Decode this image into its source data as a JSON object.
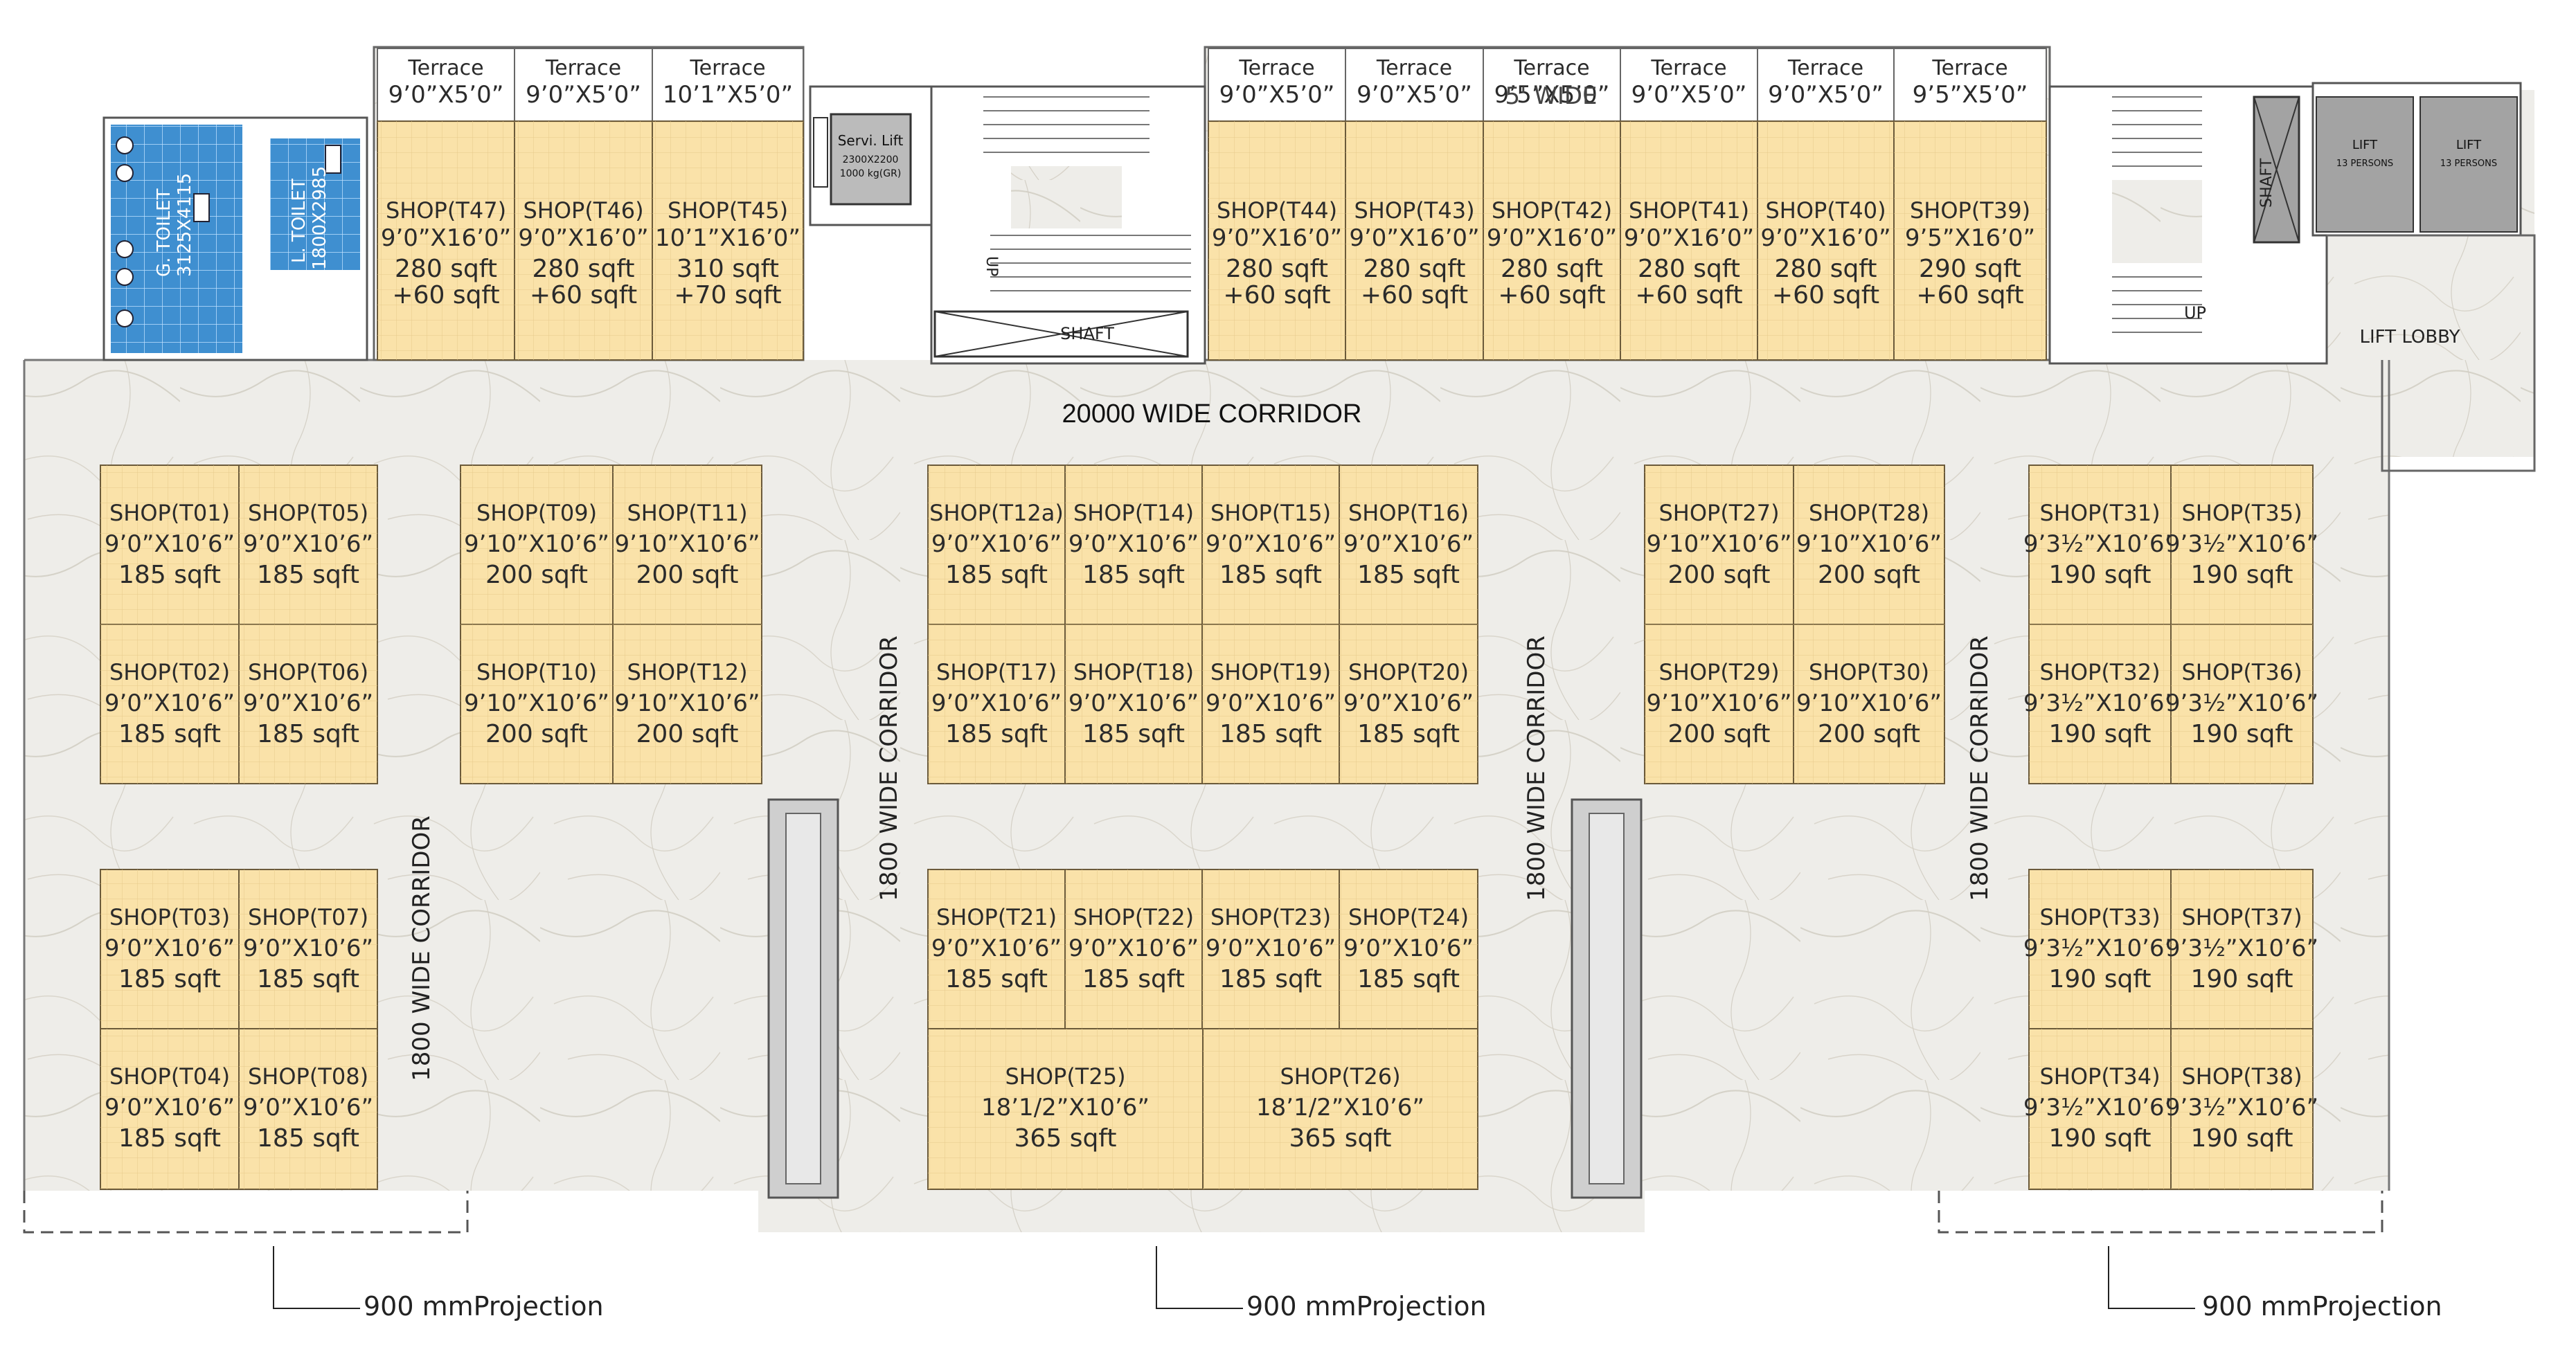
{
  "corridor_labels": {
    "main": "20000 WIDE CORRIDOR",
    "side_1": "1800 WIDE CORRIDOR",
    "side_2": "1800 WIDE CORRIDOR",
    "side_3": "1800 WIDE CORRIDOR",
    "side_4": "1800 WIDE CORRIDOR"
  },
  "projection_labels": [
    "900 mmProjection",
    "900 mmProjection",
    "900 mmProjection"
  ],
  "facility_labels": {
    "service_lift": "Servi. Lift",
    "service_lift_dims": "2300X2200",
    "service_lift_capacity": "1000 kg(GR)",
    "shaft_left": "SHAFT",
    "shaft_right": "SHAFT",
    "up_left": "UP",
    "up_right": "UP",
    "lift_1": "LIFT",
    "lift_1_capacity": "13 PERSONS",
    "lift_2": "LIFT",
    "lift_2_capacity": "13 PERSONS",
    "lift_lobby": "LIFT LOBBY",
    "g_toilet": "G. TOILET",
    "g_toilet_dims": "3125X4115",
    "l_toilet": "L. TOILET",
    "l_toilet_dims": "1800X2985",
    "overlap_text": "5' WIDE"
  },
  "terraces": [
    {
      "label": "Terrace",
      "dim": "9’0”X5’0”"
    },
    {
      "label": "Terrace",
      "dim": "9’0”X5’0”"
    },
    {
      "label": "Terrace",
      "dim": "10’1”X5’0”"
    },
    {
      "label": "Terrace",
      "dim": "9’0”X5’0”"
    },
    {
      "label": "Terrace",
      "dim": "9’0”X5’0”"
    },
    {
      "label": "Terrace",
      "dim": "9’5”X5’0”"
    },
    {
      "label": "Terrace",
      "dim": "9’0”X5’0”"
    },
    {
      "label": "Terrace",
      "dim": "9’0”X5’0”"
    },
    {
      "label": "Terrace",
      "dim": "9’5”X5’0”"
    }
  ],
  "top_shops": [
    {
      "name": "SHOP(T47)",
      "dim": "9’0”X16’0”",
      "area": "280 sqft",
      "extra": "+60 sqft"
    },
    {
      "name": "SHOP(T46)",
      "dim": "9’0”X16’0”",
      "area": "280 sqft",
      "extra": "+60 sqft"
    },
    {
      "name": "SHOP(T45)",
      "dim": "10’1”X16’0”",
      "area": "310 sqft",
      "extra": "+70 sqft"
    },
    {
      "name": "SHOP(T44)",
      "dim": "9’0”X16’0”",
      "area": "280 sqft",
      "extra": "+60 sqft"
    },
    {
      "name": "SHOP(T43)",
      "dim": "9’0”X16’0”",
      "area": "280 sqft",
      "extra": "+60 sqft"
    },
    {
      "name": "SHOP(T42)",
      "dim": "9’0”X16’0”",
      "area": "280 sqft",
      "extra": "+60 sqft"
    },
    {
      "name": "SHOP(T41)",
      "dim": "9’0”X16’0”",
      "area": "280 sqft",
      "extra": "+60 sqft"
    },
    {
      "name": "SHOP(T40)",
      "dim": "9’0”X16’0”",
      "area": "280 sqft",
      "extra": "+60 sqft"
    },
    {
      "name": "SHOP(T39)",
      "dim": "9’5”X16’0”",
      "area": "290 sqft",
      "extra": "+60 sqft"
    }
  ],
  "shops": [
    {
      "name": "SHOP(T01)",
      "dim": "9’0”X10’6”",
      "area": "185 sqft"
    },
    {
      "name": "SHOP(T05)",
      "dim": "9’0”X10’6”",
      "area": "185 sqft"
    },
    {
      "name": "SHOP(T02)",
      "dim": "9’0”X10’6”",
      "area": "185 sqft"
    },
    {
      "name": "SHOP(T06)",
      "dim": "9’0”X10’6”",
      "area": "185 sqft"
    },
    {
      "name": "SHOP(T03)",
      "dim": "9’0”X10’6”",
      "area": "185 sqft"
    },
    {
      "name": "SHOP(T07)",
      "dim": "9’0”X10’6”",
      "area": "185 sqft"
    },
    {
      "name": "SHOP(T04)",
      "dim": "9’0”X10’6”",
      "area": "185 sqft"
    },
    {
      "name": "SHOP(T08)",
      "dim": "9’0”X10’6”",
      "area": "185 sqft"
    },
    {
      "name": "SHOP(T09)",
      "dim": "9’10”X10’6”",
      "area": "200 sqft"
    },
    {
      "name": "SHOP(T11)",
      "dim": "9’10”X10’6”",
      "area": "200 sqft"
    },
    {
      "name": "SHOP(T10)",
      "dim": "9’10”X10’6”",
      "area": "200 sqft"
    },
    {
      "name": "SHOP(T12)",
      "dim": "9’10”X10’6”",
      "area": "200 sqft"
    },
    {
      "name": "SHOP(T12a)",
      "dim": "9’0”X10’6”",
      "area": "185 sqft"
    },
    {
      "name": "SHOP(T14)",
      "dim": "9’0”X10’6”",
      "area": "185 sqft"
    },
    {
      "name": "SHOP(T15)",
      "dim": "9’0”X10’6”",
      "area": "185 sqft"
    },
    {
      "name": "SHOP(T16)",
      "dim": "9’0”X10’6”",
      "area": "185 sqft"
    },
    {
      "name": "SHOP(T17)",
      "dim": "9’0”X10’6”",
      "area": "185 sqft"
    },
    {
      "name": "SHOP(T18)",
      "dim": "9’0”X10’6”",
      "area": "185 sqft"
    },
    {
      "name": "SHOP(T19)",
      "dim": "9’0”X10’6”",
      "area": "185 sqft"
    },
    {
      "name": "SHOP(T20)",
      "dim": "9’0”X10’6”",
      "area": "185 sqft"
    },
    {
      "name": "SHOP(T21)",
      "dim": "9’0”X10’6”",
      "area": "185 sqft"
    },
    {
      "name": "SHOP(T22)",
      "dim": "9’0”X10’6”",
      "area": "185 sqft"
    },
    {
      "name": "SHOP(T23)",
      "dim": "9’0”X10’6”",
      "area": "185 sqft"
    },
    {
      "name": "SHOP(T24)",
      "dim": "9’0”X10’6”",
      "area": "185 sqft"
    },
    {
      "name": "SHOP(T25)",
      "dim": "18’1/2”X10’6”",
      "area": "365 sqft"
    },
    {
      "name": "SHOP(T26)",
      "dim": "18’1/2”X10’6”",
      "area": "365 sqft"
    },
    {
      "name": "SHOP(T27)",
      "dim": "9’10”X10’6”",
      "area": "200 sqft"
    },
    {
      "name": "SHOP(T28)",
      "dim": "9’10”X10’6”",
      "area": "200 sqft"
    },
    {
      "name": "SHOP(T29)",
      "dim": "9’10”X10’6”",
      "area": "200 sqft"
    },
    {
      "name": "SHOP(T30)",
      "dim": "9’10”X10’6”",
      "area": "200 sqft"
    },
    {
      "name": "SHOP(T31)",
      "dim": "9’3½”X10’6”",
      "area": "190 sqft"
    },
    {
      "name": "SHOP(T35)",
      "dim": "9’3½”X10’6”",
      "area": "190 sqft"
    },
    {
      "name": "SHOP(T32)",
      "dim": "9’3½”X10’6”",
      "area": "190 sqft"
    },
    {
      "name": "SHOP(T36)",
      "dim": "9’3½”X10’6”",
      "area": "190 sqft"
    },
    {
      "name": "SHOP(T33)",
      "dim": "9’3½”X10’6”",
      "area": "190 sqft"
    },
    {
      "name": "SHOP(T37)",
      "dim": "9’3½”X10’6”",
      "area": "190 sqft"
    },
    {
      "name": "SHOP(T34)",
      "dim": "9’3½”X10’6”",
      "area": "190 sqft"
    },
    {
      "name": "SHOP(T38)",
      "dim": "9’3½”X10’6”",
      "area": "190 sqft"
    }
  ],
  "colors": {
    "shop_fill": "#fae2a9",
    "shop_stroke": "#6b5a3a",
    "floor": "#eeede9",
    "toilet_tile": "#3f8fd0",
    "lift": "#a3a3a3"
  }
}
